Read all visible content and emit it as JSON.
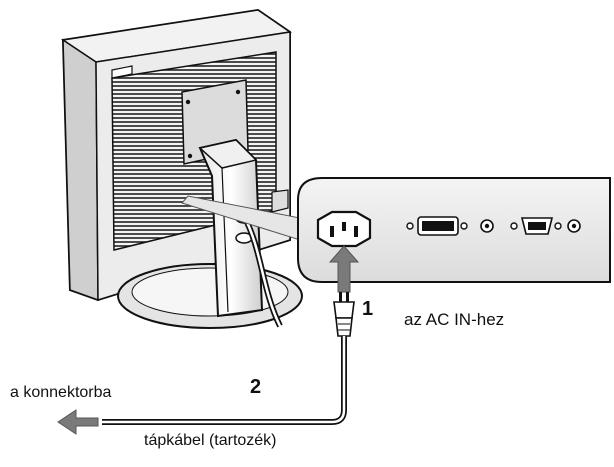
{
  "diagram": {
    "steps": {
      "one": "1",
      "two": "2"
    },
    "labels": {
      "ac_in": "az AC IN-hez",
      "outlet": "a konnektorba",
      "cable": "tápkábel (tartozék)"
    }
  }
}
